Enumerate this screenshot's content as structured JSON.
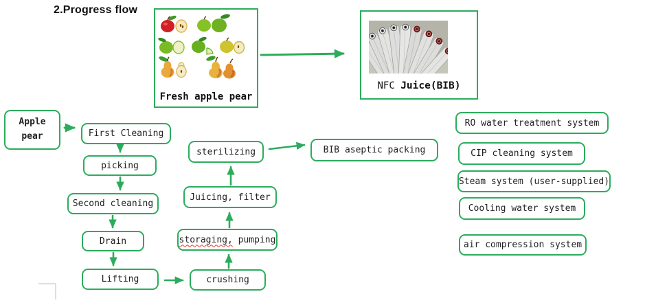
{
  "title": "2.Progress flow",
  "images": {
    "fruit": {
      "label": "Fresh apple pear"
    },
    "nfc": {
      "label_prefix": "NFC ",
      "label_main": "Juice(BIB)"
    }
  },
  "flow": {
    "apple_pear_line1": "Apple",
    "apple_pear_line2": "pear",
    "first_cleaning": "First Cleaning",
    "picking": "picking",
    "second_cleaning": "Second cleaning",
    "drain": "Drain",
    "lifting": "Lifting",
    "crushing": "crushing",
    "storaging_word": "storaging,",
    "storaging_rest": " pumping",
    "juicing": "Juicing, filter",
    "sterilizing": "sterilizing",
    "bib_packing": "BIB aseptic packing"
  },
  "systems": [
    "RO water treatment system",
    "CIP cleaning system",
    "Steam system (user-supplied)",
    "Cooling water system",
    "air compression system"
  ],
  "colors": {
    "accent_green": "#2bac5c",
    "text": "#222222",
    "squiggle_red": "#e03a2f",
    "photo_gray": "#b4b4aa"
  }
}
